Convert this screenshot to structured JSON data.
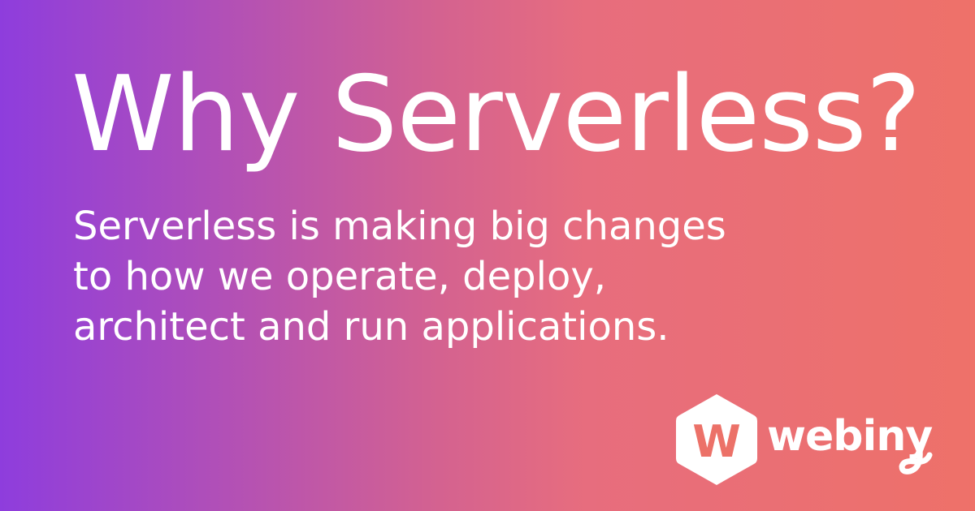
{
  "headline": "Why Serverless?",
  "description": [
    "Serverless is making big changes",
    "to how we operate, deploy,",
    "architect and run applications."
  ],
  "brand": {
    "name": "webiny",
    "mark_letter": "W",
    "logo_icon": "hexagon-w-icon",
    "mark_text_color": "#ec7168"
  },
  "colors": {
    "gradient_start": "#8e3ddd",
    "gradient_end": "#ee7169",
    "text": "#ffffff"
  }
}
